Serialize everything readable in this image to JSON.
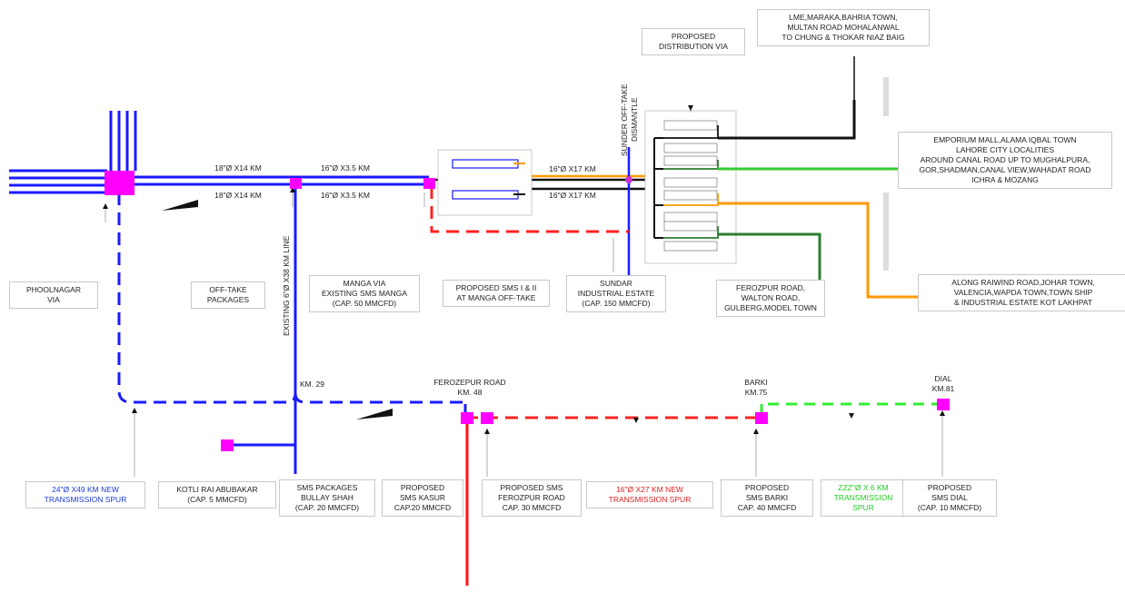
{
  "colors": {
    "blue": "#1a1aff",
    "magenta": "#ff00ff",
    "red": "#ff0000",
    "green": "#33ee33",
    "orange": "#ff9900",
    "black": "#111111",
    "dark_green": "#2e7d32",
    "gray_border": "#c9c9c9"
  },
  "top_labels": {
    "proposed_distribution": "PROPOSED\nDISTRIBUTION VIA",
    "lme_area": "LME,MARAKA,BAHRIA TOWN,\nMULTAN ROAD MOHALANWAL\nTO CHUNG & THOKAR NIAZ BAIG",
    "emporium_area": "EMPORIUM MALL,ALAMA IQBAL TOWN\nLAHORE CITY LOCALITIES\nAROUND CANAL ROAD UP TO MUGHALPURA,\nGOR,SHADMAN,CANAL VIEW,WAHADAT ROAD\nICHRA & MOZANG",
    "raiwind_area": "ALONG RAIWIND ROAD,JOHAR TOWN,\nVALENCIA,WAPDA TOWN,TOWN SHIP\n& INDUSTRIAL ESTATE KOT LAKHPAT"
  },
  "pipe_labels": {
    "seg1_a": "18\"Ø X14 KM",
    "seg1_b": "18\"Ø X14 KM",
    "seg2_a": "16\"Ø X3.5 KM",
    "seg2_b": "16\"Ø X3.5 KM",
    "seg3_a": "16\"Ø X17 KM",
    "seg3_b": "16\"Ø X17 KM",
    "sunder_offtake": "SUNDER OFF-TAKE\nDISMANTLE",
    "existing_line": "EXISTING 6\"Ø X38 KM LINE"
  },
  "mid_labels": {
    "phoolnagar": "PHOOLNAGAR\nVIA",
    "offtake_packages": "OFF-TAKE\nPACKAGES",
    "manga": "MANGA VIA\nEXISTING SMS MANGA\n(CAP. 50 MMCFD)",
    "proposed_sms_manga": "PROPOSED SMS I & II\nAT MANGA OFF-TAKE",
    "sundar_estate": "SUNDAR\nINDUSTRIAL ESTATE\n(CAP. 150 MMCFD)",
    "ferozpur_walton": "FEROZPUR ROAD,\nWALTON ROAD,\nGULBERG,MODEL TOWN"
  },
  "km_labels": {
    "km29": "KM. 29",
    "ferozepur_km48": "FEROZEPUR ROAD\nKM. 48",
    "barki_km75": "BARKI\nKM.75",
    "dial_km81": "DIAL\nKM.81"
  },
  "bottom_labels": {
    "blue_spur": "24\"Ø X49 KM NEW\nTRANSMISSION SPUR",
    "kotli": "KOTLI RAI ABUBAKAR\n(CAP. 5 MMCFD)",
    "bullay_shah": "SMS PACKAGES\nBULLAY SHAH\n(CAP. 20 MMCFD)",
    "sms_kasur": "PROPOSED\nSMS KASUR\nCAP.20 MMCFD",
    "sms_ferozpur": "PROPOSED SMS\nFEROZPUR ROAD\nCAP. 30 MMCFD",
    "red_spur": "16\"Ø X27 KM NEW\nTRANSMISSION SPUR",
    "sms_barki": "PROPOSED\nSMS BARKI\nCAP. 40 MMCFD",
    "green_spur": "ZZZ\"Ø X 6 KM\nTRANSMISSION\nSPUR",
    "sms_dial": "PROPOSED\nSMS DIAL\n(CAP. 10 MMCFD)"
  }
}
